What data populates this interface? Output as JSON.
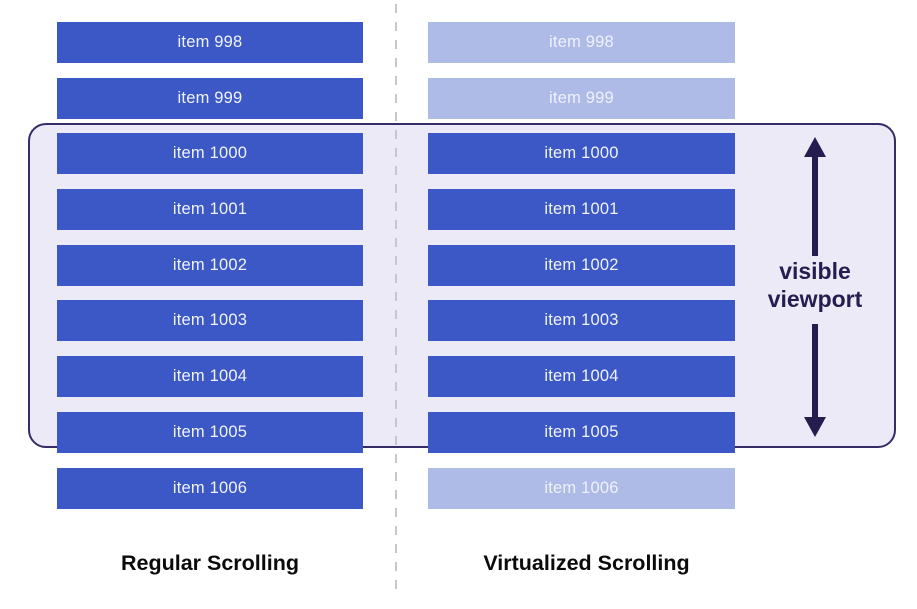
{
  "diagram": {
    "columns": {
      "regular": {
        "title": "Regular Scrolling"
      },
      "virtualized": {
        "title": "Virtualized Scrolling"
      }
    },
    "rows": [
      {
        "label": "item 998",
        "regular": "solid",
        "virtualized": "faded"
      },
      {
        "label": "item 999",
        "regular": "solid",
        "virtualized": "faded"
      },
      {
        "label": "item 1000",
        "regular": "solid",
        "virtualized": "solid"
      },
      {
        "label": "item 1001",
        "regular": "solid",
        "virtualized": "solid"
      },
      {
        "label": "item 1002",
        "regular": "solid",
        "virtualized": "solid"
      },
      {
        "label": "item 1003",
        "regular": "solid",
        "virtualized": "solid"
      },
      {
        "label": "item 1004",
        "regular": "solid",
        "virtualized": "solid"
      },
      {
        "label": "item 1005",
        "regular": "solid",
        "virtualized": "solid"
      },
      {
        "label": "item 1006",
        "regular": "solid",
        "virtualized": "faded"
      }
    ],
    "viewport": {
      "label": "visible viewport",
      "arrow_icons": [
        "arrow-up-icon",
        "arrow-down-icon"
      ]
    },
    "colors": {
      "item_solid": "#3b58c6",
      "item_faded": "#aebbe6",
      "viewport_fill": "#edeaf8",
      "viewport_border": "#352c68",
      "arrow_and_label": "#251d4f",
      "divider": "#c6c7ca",
      "title_text": "#0b0b0b"
    }
  }
}
